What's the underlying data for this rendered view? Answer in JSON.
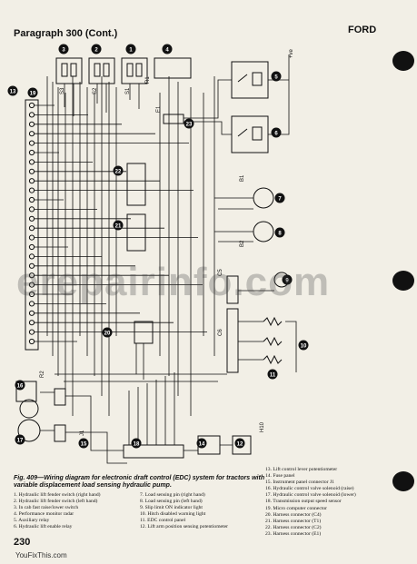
{
  "header": {
    "title": "Paragraph 300 (Cont.)",
    "brand": "FORD"
  },
  "watermark": "erepairinfo.com",
  "diagram": {
    "callouts": [
      "1",
      "2",
      "3",
      "4",
      "5",
      "6",
      "7",
      "8",
      "9",
      "10",
      "11",
      "12",
      "13",
      "14",
      "15",
      "16",
      "17",
      "18",
      "19",
      "20",
      "21",
      "22",
      "23"
    ],
    "switch_labels": [
      "S3",
      "S2",
      "S1"
    ],
    "component_labels": [
      "B1",
      "B2",
      "R1",
      "R2",
      "H10",
      "J1",
      "C5",
      "C6",
      "E1"
    ],
    "supply_label": "+ve"
  },
  "caption": {
    "fig": "Fig. 409",
    "text": "—Wiring diagram for electronic draft control (EDC) system for tractors with variable displacement load sensing hydraulic pump."
  },
  "legend": {
    "col1": [
      "1. Hydraulic lift fender switch (right hand)",
      "2. Hydraulic lift fender switch (left hand)",
      "3. In cab fast raise/lower switch",
      "4. Performance monitor radar",
      "5. Auxiliary relay",
      "6. Hydraulic lift enable relay"
    ],
    "col2": [
      "7. Load sensing pin (right hand)",
      "8. Load sensing pin (left hand)",
      "9. Slip limit ON indicator light",
      "10. Hitch disabled warning light",
      "11. EDC control panel",
      "12. Lift arm position sensing potentiometer"
    ],
    "col3": [
      "13. Lift control lever potentiometer",
      "14. Fuse panel",
      "15. Instrument panel connector J1",
      "16. Hydraulic control valve solenoid (raise)",
      "17. Hydraulic control valve solenoid (lower)",
      "18. Transmission output speed sensor",
      "19. Micro computer connector",
      "20. Harness connector (C4)",
      "21. Harness connector (T1)",
      "22. Harness connector (C2)",
      "23. Harness connector (E1)"
    ]
  },
  "footer": {
    "page_number": "230",
    "site": "YouFixThis.com"
  }
}
